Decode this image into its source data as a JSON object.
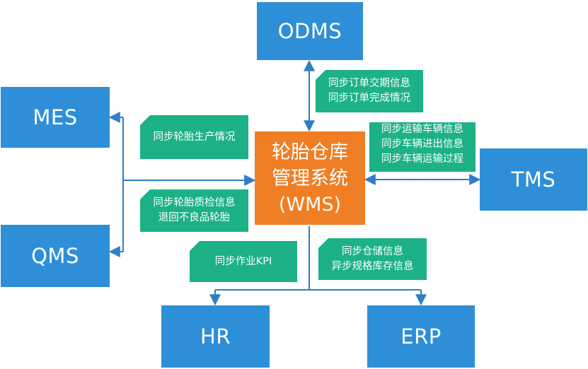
{
  "systems": {
    "odms": "ODMS",
    "mes": "MES",
    "qms": "QMS",
    "tms": "TMS",
    "hr": "HR",
    "erp": "ERP"
  },
  "center": {
    "line1": "轮胎仓库",
    "line2": "管理系统",
    "line3": "(WMS)"
  },
  "notes": {
    "odms": [
      "同步订单交期信息",
      "同步订单完成情况"
    ],
    "mes": "同步轮胎生产情况",
    "qms": [
      "同步轮胎质检信息",
      "退回不良品轮胎"
    ],
    "tms": [
      "同步运输车辆信息",
      "同步车辆进出信息",
      "同步车辆运输过程"
    ],
    "hr": "同步作业KPI",
    "erp": [
      "同步仓储信息",
      "异步规格库存信息"
    ]
  },
  "colors": {
    "system_box": "#2e8fd8",
    "center_box": "#f07e24",
    "note_box": "#1cb187",
    "arrow": "#2e7ec8"
  }
}
